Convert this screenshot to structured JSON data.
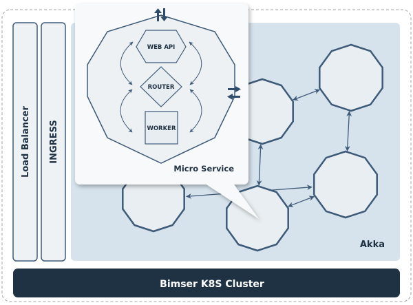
{
  "diagram": {
    "columns": [
      {
        "id": "load-balancer",
        "label": "Load Balancer"
      },
      {
        "id": "ingress",
        "label": "INGRESS"
      }
    ],
    "akka_label": "Akka",
    "cluster_label": "Bimser K8S Cluster",
    "popup": {
      "title": "Micro Service",
      "components": [
        {
          "id": "web-api",
          "label": "WEB API",
          "shape": "hexagon"
        },
        {
          "id": "router",
          "label": "ROUTER",
          "shape": "diamond"
        },
        {
          "id": "worker",
          "label": "WORKER",
          "shape": "square"
        }
      ],
      "io_icons": [
        "up-down-arrows-icon",
        "left-right-arrows-icon"
      ]
    },
    "nodes": [
      "node-1",
      "node-2",
      "node-3",
      "node-4",
      "node-5"
    ],
    "links": [
      [
        "node-2",
        "node-1"
      ],
      [
        "node-1",
        "node-3"
      ],
      [
        "node-2",
        "node-4"
      ],
      [
        "node-4",
        "node-3"
      ],
      [
        "node-5",
        "node-4"
      ]
    ],
    "colors": {
      "stroke": "#3d5a78",
      "akka_bg": "#d6e2ec",
      "node_fill": "#e8eef2",
      "column_fill": "#eef2f5",
      "cluster_bar": "#1f3244",
      "text_dark": "#1f3244",
      "popup_bg": "#f8f9fa"
    }
  }
}
